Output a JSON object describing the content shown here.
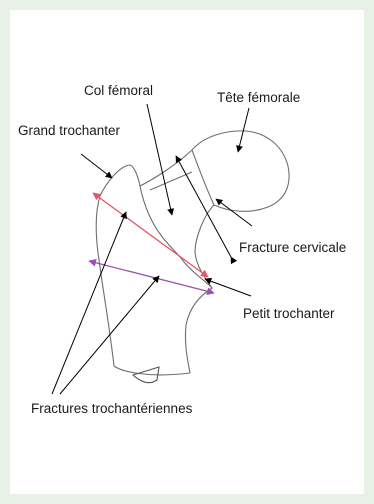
{
  "labels": {
    "col_femoral": "Col fémoral",
    "tete_femorale": "Tête fémorale",
    "grand_trochanter": "Grand trochanter",
    "fracture_cervicale": "Fracture cervicale",
    "petit_trochanter": "Petit trochanter",
    "fractures_trochanteriennes": "Fractures trochantériennes"
  },
  "colors": {
    "background": "#e6f3e4",
    "panel": "#ffffff",
    "outline": "#6e6e6e",
    "arrow": "#000000",
    "fracture_line_1": "#e8566a",
    "fracture_line_2": "#9a4fb5"
  }
}
